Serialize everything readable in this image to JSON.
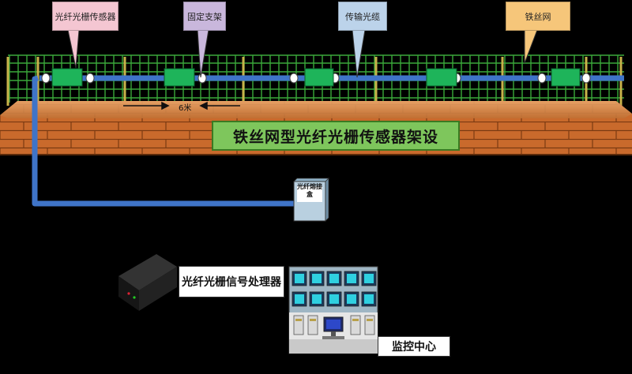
{
  "callouts": {
    "sensor": "光纤光栅传感器",
    "bracket": "固定支架",
    "cable": "传输光缆",
    "fence": "铁丝网"
  },
  "distance_label": "6米",
  "banner_title": "铁丝网型光纤光栅传感器架设",
  "splice_box_label": "光纤熔接盒",
  "processor_label": "光纤光栅信号处理器",
  "monitor_center_label": "监控中心",
  "colors": {
    "fence": "#3aa83a",
    "cable": "#3f74c8",
    "sensor": "#1eb45a",
    "brick": "#c96a2c",
    "banner": "#7ec65c",
    "callout_sensor": "#f4c6d2",
    "callout_bracket": "#c9b7dc",
    "callout_cable": "#bcd3ea",
    "callout_fence": "#f6c67a"
  },
  "icons": [
    "fence-icon",
    "sensor-icon",
    "fiber-cable-icon",
    "splice-box-icon",
    "signal-processor-icon",
    "monitor-wall-icon",
    "server-icon"
  ]
}
